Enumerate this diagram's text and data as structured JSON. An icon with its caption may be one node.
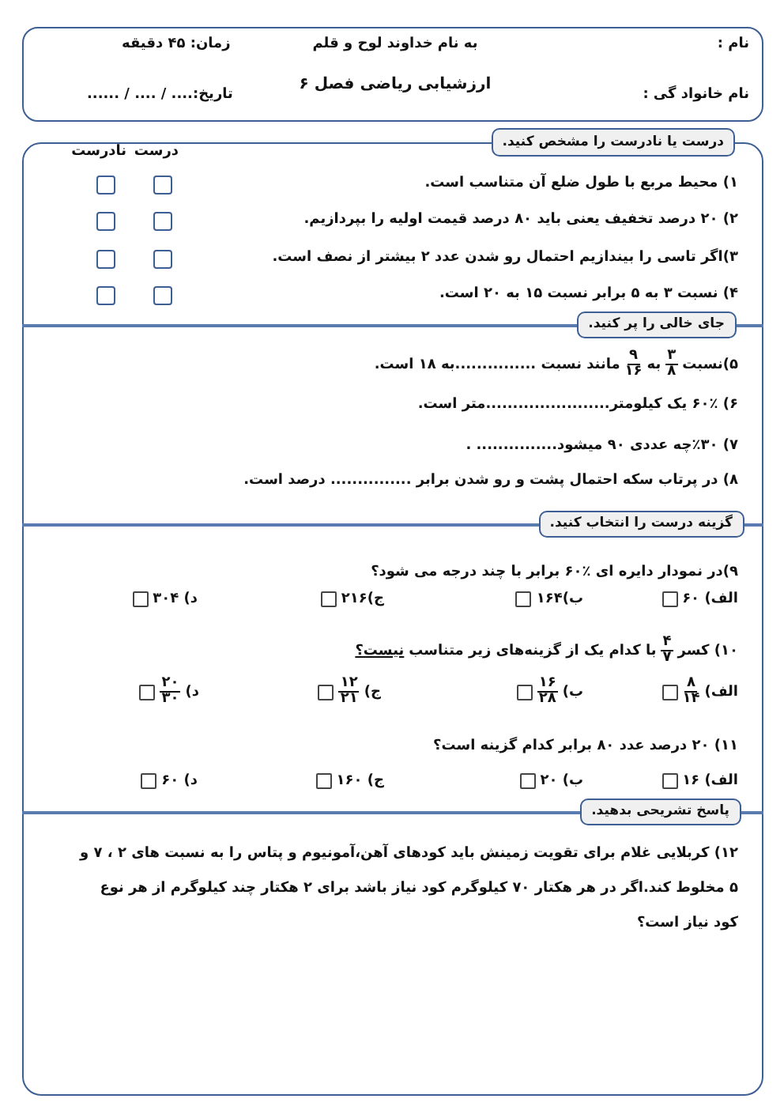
{
  "diagram": {
    "nodes": [
      {
        "text": [
          "نام :",
          "به نام خداوند لوح و قلم",
          "زمان: ۴۵ دقیقه",
          "نام خانواد گی :",
          "ارزشیابی ریاضی فصل ۶",
          "تاریخ:.... / .... / ......"
        ]
      },
      {
        "text": [],
        "shape": "box"
      },
      {
        "text": [
          "درست یا نادرست را مشخص کنید."
        ]
      },
      {
        "text": [
          "جای خالی را پر کنید."
        ],
        "in": 1
      },
      {
        "text": [
          "گزینه درست را انتخاب کنید."
        ],
        "in": 1
      },
      {
        "text": [
          "پاسخ تشریحی بدهید."
        ],
        "in": 1
      }
    ],
    "edges": [],
    "labels": [
      "نادرست",
      "درست",
      "۱) محیط مربع با طول ضلع آن متناسب است.",
      "۲) ۲۰ درصد تخفیف یعنی باید ۸۰ درصد قیمت اولیه را بپردازیم.",
      "۳)اگر تاسی را بیندازیم احتمال رو شدن عدد ۲ بیشتر از نصف است.",
      "۴) نسبت ۳ به ۵ برابر نسبت ۱۵ به ۲۰ است.",
      "۵)نسبت",
      "۳",
      "۸",
      "به",
      "۹",
      "۱۶",
      "مانند نسبت ...............به ۱۸ است.",
      "۶) ۶۰٪ یک کیلومتر.......................متر است.",
      "۷) ٪۳۰چه عددی ۹۰ میشود............... .",
      "۸) در پرتاب سکه احتمال پشت و رو شدن برابر ............... درصد است.",
      "۹)در نمودار دایره ای ٪۶۰ برابر با چند درجه می شود؟",
      "الف) ۶۰",
      "ب)۱۶۴",
      "ج)۲۱۶",
      "د) ۳۰۴",
      "۱۰) کسر",
      "۴",
      "۷",
      "با کدام یک از گزینه‌های زیر متناسب",
      "نیست؟",
      "الف)",
      "۸",
      "۱۴",
      "ب)",
      "۱۶",
      "۲۸",
      "ج)",
      "۱۲",
      "۲۱",
      "د)",
      "۲۰",
      "۳۰",
      "۱۱) ۲۰ درصد عدد ۸۰ برابر کدام گزینه است؟",
      "الف) ۱۶",
      "ب) ۲۰",
      "ج) ۱۶۰",
      "د) ۶۰",
      "۱۲) کربلایی غلام برای تقویت زمینش باید کودهای آهن،آمونیوم و پتاس را به نسبت های ۲ ، ۷ و ۵ مخلوط کند.اگر در هر هکتار ۷۰ کیلوگرم کود نیاز باشد برای ۲ هکتار چند کیلوگرم از هر نوع کود نیاز است؟"
    ]
  }
}
